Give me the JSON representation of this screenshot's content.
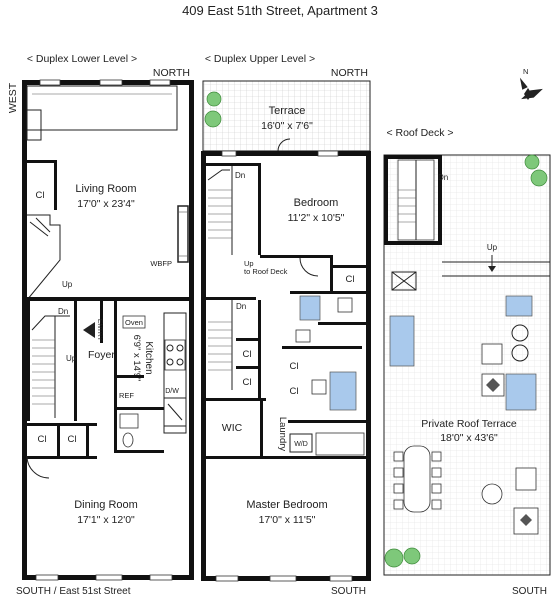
{
  "title": "409 East 51th Street, Apartment 3",
  "lower": {
    "heading": "< Duplex Lower Level >",
    "north": "NORTH",
    "west": "WEST",
    "south": "SOUTH / East 51st Street",
    "living_name": "Living Room",
    "living_dim": "17'0\" x 23'4\"",
    "wbfp": "WBFP",
    "foyer": "Foyer",
    "entry": "ENTRY",
    "kitchen_name": "Kitchen",
    "kitchen_dim": "6'9\" x 14'9\"",
    "oven": "Oven",
    "dw": "D/W",
    "ref": "REF",
    "dining_name": "Dining Room",
    "dining_dim": "17'1\" x 12'0\"",
    "cl": "Cl",
    "dn": "Dn",
    "up": "Up"
  },
  "upper": {
    "heading": "< Duplex Upper Level >",
    "north": "NORTH",
    "south": "SOUTH",
    "terrace_name": "Terrace",
    "terrace_dim": "16'0\" x 7'6\"",
    "bedroom_name": "Bedroom",
    "bedroom_dim": "11'2\" x 10'5\"",
    "up_roof_1": "Up",
    "up_roof_2": "to Roof Deck",
    "wic": "WIC",
    "laundry": "Laundry",
    "wd": "W/D",
    "master_name": "Master Bedroom",
    "master_dim": "17'0\" x 11'5\"",
    "cl": "Cl",
    "dn": "Dn"
  },
  "roof": {
    "heading": "< Roof Deck >",
    "south": "SOUTH",
    "terrace_name": "Private Roof Terrace",
    "terrace_dim": "18'0\" x 43'6\"",
    "dn": "Dn",
    "up": "Up"
  },
  "compass": {
    "n": "N"
  }
}
